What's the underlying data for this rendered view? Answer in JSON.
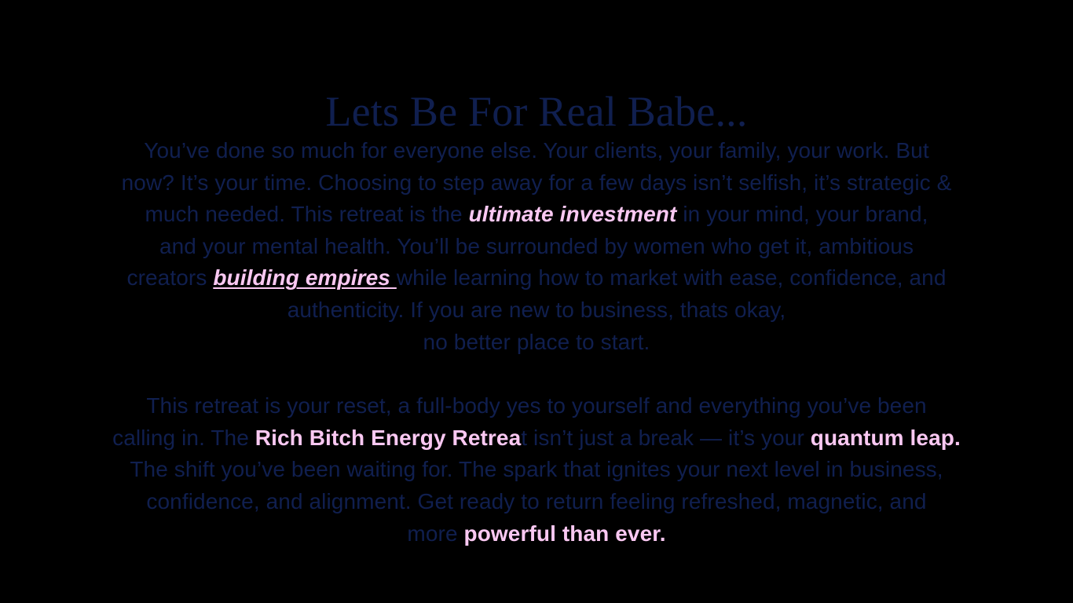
{
  "colors": {
    "background": "#000000",
    "navy": "#101f4f",
    "pink": "#fac8f2"
  },
  "heading": {
    "text": "Lets Be For Real Babe..."
  },
  "paragraphs": [
    {
      "id": "paragraph-1",
      "lines": [
        [
          {
            "text": "You’ve done so much for everyone else. Your clients, your family, your work. But",
            "style": "normal"
          }
        ],
        [
          {
            "text": "now? It’s your time. Choosing to step away for a few days isn’t selfish, it’s strategic &",
            "style": "normal"
          }
        ],
        [
          {
            "text": "much needed. This retreat is the ",
            "style": "normal"
          },
          {
            "text": "ultimate investment",
            "style": "pink-bold-italic"
          },
          {
            "text": " in your mind, your brand,",
            "style": "normal"
          }
        ],
        [
          {
            "text": "and your mental health. You’ll be surrounded by women who get it, ambitious",
            "style": "normal"
          }
        ],
        [
          {
            "text": "creators ",
            "style": "normal"
          },
          {
            "text": "building empires ",
            "style": "pink-bold-italic-underline"
          },
          {
            "text": "while learning how to market with ease, confidence, and",
            "style": "normal"
          }
        ],
        [
          {
            "text": "authenticity. If you are new to business, thats okay,",
            "style": "normal"
          }
        ],
        [
          {
            "text": "no better place to start.",
            "style": "normal"
          }
        ]
      ]
    },
    {
      "id": "paragraph-2",
      "lines": [
        [
          {
            "text": "This retreat is your reset, a full-body yes to yourself and everything you’ve been",
            "style": "normal"
          }
        ],
        [
          {
            "text": "calling in. The ",
            "style": "normal"
          },
          {
            "text": "Rich Bitch Energy Retrea",
            "style": "pink-bold"
          },
          {
            "text": "t isn’t just a break — it’s your ",
            "style": "normal"
          },
          {
            "text": "quantum leap.",
            "style": "pink-bold"
          }
        ],
        [
          {
            "text": "The shift you’ve been waiting for. The spark that ignites your next level in business,",
            "style": "normal"
          }
        ],
        [
          {
            "text": "confidence, and alignment. Get ready to return feeling refreshed, magnetic, and",
            "style": "normal"
          }
        ],
        [
          {
            "text": "more ",
            "style": "normal"
          },
          {
            "text": "powerful than ever.",
            "style": "pink-bold"
          }
        ]
      ]
    }
  ]
}
